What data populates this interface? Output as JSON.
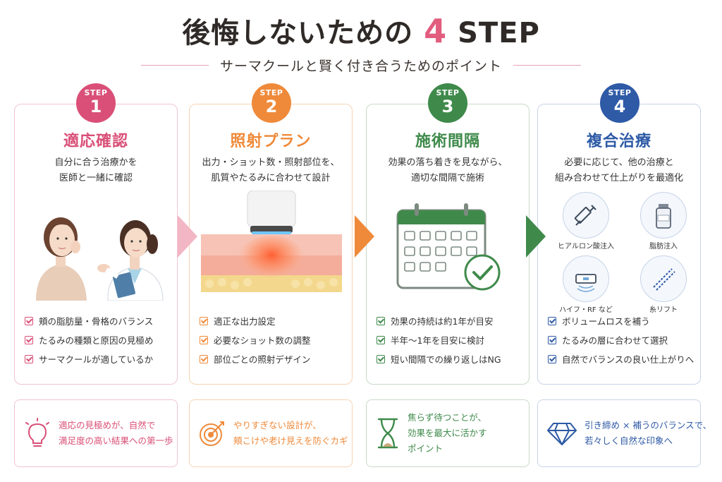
{
  "header": {
    "title_pre": "後悔しないための",
    "title_num": "4",
    "title_post": "STEP",
    "subtitle": "サーマクールと賢く付き合うためのポイント"
  },
  "steps": [
    {
      "badge_label": "STEP",
      "badge_num": "1",
      "title": "適応確認",
      "desc": [
        "自分に合う治療かを",
        "医師と一緒に確認"
      ],
      "checks": [
        "頬の脂肪量・骨格のバランス",
        "たるみの種類と原因の見極め",
        "サーマクールが適しているか"
      ],
      "tip": [
        "適応の見極めが、自然で",
        "満足度の高い結果への第一歩"
      ]
    },
    {
      "badge_label": "STEP",
      "badge_num": "2",
      "title": "照射プラン",
      "desc": [
        "出力・ショット数・照射部位を、",
        "肌質やたるみに合わせて設計"
      ],
      "checks": [
        "適正な出力設定",
        "必要なショット数の調整",
        "部位ごとの照射デザイン"
      ],
      "tip": [
        "やりすぎない設計が、",
        "頬こけや老け見えを防ぐカギ"
      ]
    },
    {
      "badge_label": "STEP",
      "badge_num": "3",
      "title": "施術間隔",
      "desc": [
        "効果の落ち着きを見ながら、",
        "適切な間隔で施術"
      ],
      "checks": [
        "効果の持続は約1年が目安",
        "半年〜1年を目安に検討",
        "短い間隔での繰り返しはNG"
      ],
      "tip": [
        "焦らず待つことが、",
        "効果を最大に活かす",
        "ポイント"
      ]
    },
    {
      "badge_label": "STEP",
      "badge_num": "4",
      "title": "複合治療",
      "desc": [
        "必要に応じて、他の治療と",
        "組み合わせて仕上がりを最適化"
      ],
      "checks": [
        "ボリュームロスを補う",
        "たるみの層に合わせて選択",
        "自然でバランスの良い仕上がりへ"
      ],
      "tip": [
        "引き締め × 補うのバランスで、",
        "若々しく自然な印象へ"
      ],
      "treatments": [
        "ヒアルロン酸注入",
        "脂肪注入",
        "ハイフ・RF など",
        "糸リフト"
      ]
    }
  ],
  "colors": {
    "step1": "#d94f77",
    "step2": "#ef8a3a",
    "step3": "#3f8a4b",
    "step4": "#2e5aa6",
    "title": "#2f2a27"
  },
  "icons": {
    "step1_tip": "lightbulb-icon",
    "step2_tip": "target-icon",
    "step3_tip": "hourglass-icon",
    "step4_tip": "diamond-icon",
    "check": "checkbox-icon"
  }
}
